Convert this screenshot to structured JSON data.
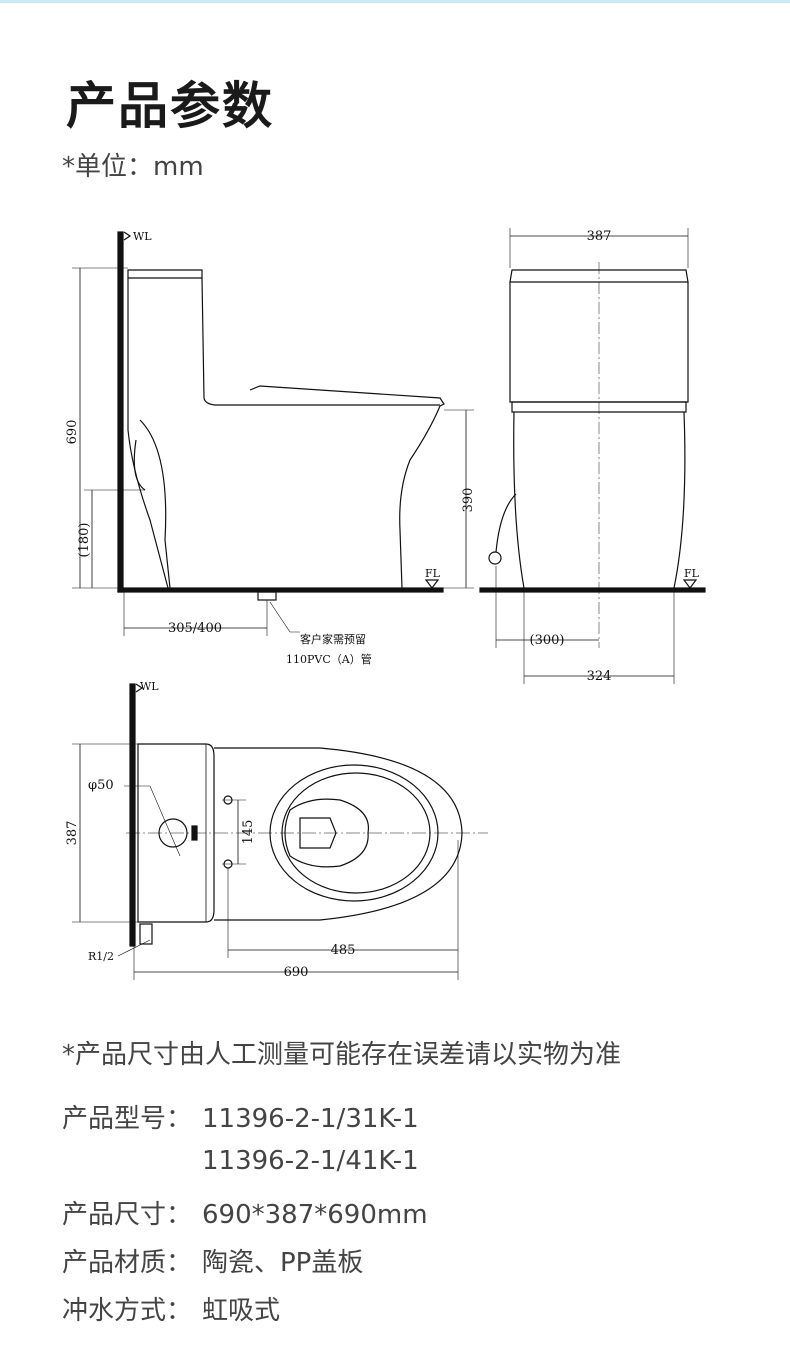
{
  "header": {
    "title": "产品参数",
    "unit_label": "*单位：mm"
  },
  "drawing": {
    "side_view": {
      "wl_label": "WL",
      "fl_label": "FL",
      "height_total": "690",
      "height_pipe": "(180)",
      "seat_height": "390",
      "rough_in": "305/400",
      "note_line1": "客户家需预留",
      "note_line2": "110PVC（A）管"
    },
    "front_view": {
      "width_top": "387",
      "fl_label": "FL",
      "offset": "(300)",
      "base_width": "324"
    },
    "top_view": {
      "wl_label": "WL",
      "hole_diameter": "φ50",
      "width": "387",
      "bolt_spacing": "145",
      "bowl_length": "485",
      "total_length": "690",
      "inlet_thread": "R1/2"
    }
  },
  "disclaimer": "*产品尺寸由人工测量可能存在误差请以实物为准",
  "specs": {
    "model_label": "产品型号：",
    "model_value_1": "11396-2-1/31K-1",
    "model_value_2": "11396-2-1/41K-1",
    "size_label": "产品尺寸：",
    "size_value": "690*387*690mm",
    "material_label": "产品材质：",
    "material_value": "陶瓷、PP盖板",
    "flush_label": "冲水方式：",
    "flush_value": "虹吸式"
  }
}
